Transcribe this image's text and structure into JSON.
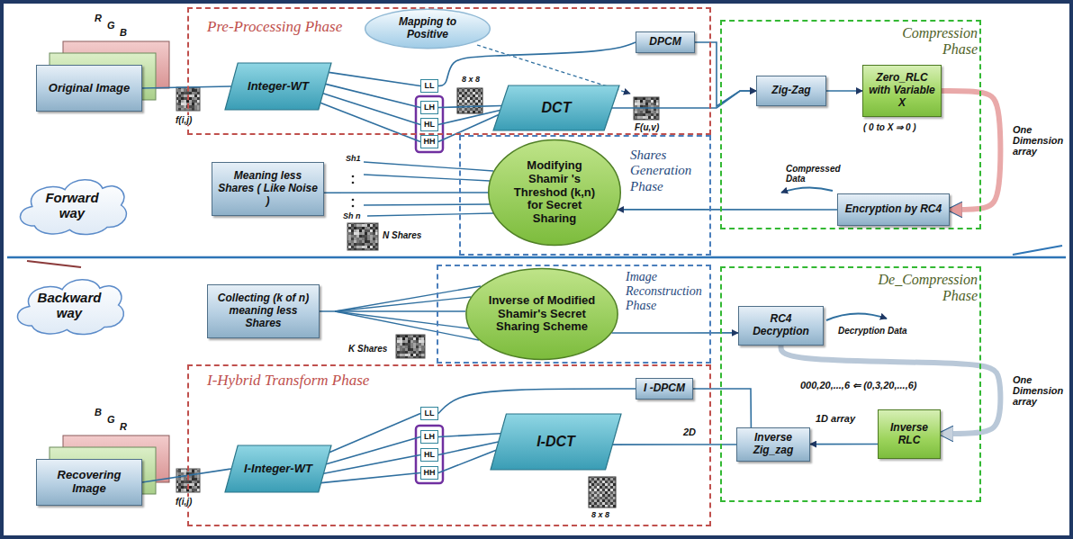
{
  "diagram": {
    "nodes": [
      {
        "text": [
          "Pre-Processing Phase"
        ]
      },
      {
        "text": [
          "Original Image"
        ]
      },
      {
        "text": [
          "Integer-WT"
        ],
        "in": 0
      },
      {
        "text": [
          "Mapping to Positive"
        ],
        "in": 0
      },
      {
        "text": [
          "LL"
        ],
        "in": 0
      },
      {
        "text": [
          "LH"
        ],
        "in": 0
      },
      {
        "text": [
          "HL"
        ],
        "in": 0
      },
      {
        "text": [
          "HH"
        ],
        "in": 0
      },
      {
        "text": [
          "DPCM"
        ],
        "in": 0
      },
      {
        "text": [
          "DCT"
        ],
        "in": 0
      },
      {
        "text": [
          "Compression Phase"
        ]
      },
      {
        "text": [
          "Zig-Zag"
        ],
        "in": 10
      },
      {
        "text": [
          "Zero_RLC with Variable X"
        ],
        "in": 10
      },
      {
        "text": [
          "Encryption by RC4"
        ],
        "in": 10
      },
      {
        "text": [
          "Forward way"
        ]
      },
      {
        "text": [
          "Meaning less Shares ( Like Noise )"
        ]
      },
      {
        "text": [
          "Shares Generation Phase"
        ]
      },
      {
        "text": [
          "Modifying Shamir 's Threshod (k,n) for Secret Sharing"
        ],
        "in": 16
      },
      {
        "text": [
          "Backward way"
        ]
      },
      {
        "text": [
          "Collecting (k of n) meaning less Shares"
        ]
      },
      {
        "text": [
          "Image Reconstruction Phase"
        ]
      },
      {
        "text": [
          "Inverse of Modified Shamir's Secret Sharing Scheme"
        ],
        "in": 20
      },
      {
        "text": [
          "De_Compression Phase"
        ]
      },
      {
        "text": [
          "RC4 Decryption"
        ],
        "in": 22
      },
      {
        "text": [
          "Inverse RLC"
        ],
        "in": 22
      },
      {
        "text": [
          "Inverse Zig_zag"
        ],
        "in": 22
      },
      {
        "text": [
          "I-Hybrid Transform Phase"
        ]
      },
      {
        "text": [
          "I -DPCM"
        ],
        "in": 26
      },
      {
        "text": [
          "LL"
        ],
        "in": 26
      },
      {
        "text": [
          "I-Integer-WT"
        ],
        "in": 26
      },
      {
        "text": [
          "LH"
        ],
        "in": 26
      },
      {
        "text": [
          "HL"
        ],
        "in": 26
      },
      {
        "text": [
          "HH"
        ],
        "in": 26
      },
      {
        "text": [
          "I-DCT"
        ],
        "in": 26
      },
      {
        "text": [
          "Recovering Image"
        ]
      }
    ],
    "edges": [
      {
        "from": 1,
        "to": 2,
        "arrow": "none"
      },
      {
        "from": 2,
        "to": 4,
        "arrow": "none"
      },
      {
        "from": 2,
        "to": 5,
        "arrow": "none"
      },
      {
        "from": 2,
        "to": 6,
        "arrow": "none"
      },
      {
        "from": 2,
        "to": 7,
        "arrow": "none"
      },
      {
        "from": 4,
        "to": 8,
        "arrow": "none"
      },
      {
        "from": 5,
        "to": 9,
        "arrow": "none"
      },
      {
        "from": 6,
        "to": 9,
        "arrow": "none"
      },
      {
        "from": 7,
        "to": 9,
        "arrow": "none"
      },
      {
        "from": 9,
        "to": 11,
        "arrow": "to"
      },
      {
        "from": 8,
        "to": 11,
        "arrow": "to"
      },
      {
        "from": 11,
        "to": 12,
        "arrow": "to"
      },
      {
        "from": 12,
        "to": 13,
        "arrow": "to",
        "label": "One Dimension array"
      },
      {
        "from": 13,
        "to": 17,
        "arrow": "to"
      },
      {
        "from": 17,
        "to": 15,
        "arrow": "none"
      },
      {
        "from": 19,
        "to": 21,
        "arrow": "none"
      },
      {
        "from": 21,
        "to": 23,
        "arrow": "to"
      },
      {
        "from": 23,
        "to": 24,
        "arrow": "to",
        "label": "One Dimension array"
      },
      {
        "from": 24,
        "to": 25,
        "arrow": "to",
        "label": "1D array"
      },
      {
        "from": 25,
        "to": 33,
        "arrow": "none",
        "label": "2D"
      },
      {
        "from": 25,
        "to": 27,
        "arrow": "none"
      },
      {
        "from": 27,
        "to": 28,
        "arrow": "none"
      },
      {
        "from": 33,
        "to": 30,
        "arrow": "none"
      },
      {
        "from": 33,
        "to": 31,
        "arrow": "none"
      },
      {
        "from": 33,
        "to": 32,
        "arrow": "none"
      },
      {
        "from": 28,
        "to": 29,
        "arrow": "none"
      },
      {
        "from": 30,
        "to": 29,
        "arrow": "none"
      },
      {
        "from": 31,
        "to": 29,
        "arrow": "none"
      },
      {
        "from": 32,
        "to": 29,
        "arrow": "none"
      },
      {
        "from": 29,
        "to": 34,
        "arrow": "none"
      }
    ],
    "labels": [
      "R",
      "G",
      "B",
      "f(i,j)",
      "8 x 8",
      "F(u,v)",
      "( 0 to X ⇒ 0 )",
      "Compressed Data",
      "Sh1",
      "Sh n",
      "N Shares",
      "K Shares",
      "Decryption Data",
      "000,20,...,6 ⇐ (0,3,20,...,6)",
      "B",
      "G",
      "R",
      "8 x 8",
      "f(i,j)"
    ]
  }
}
